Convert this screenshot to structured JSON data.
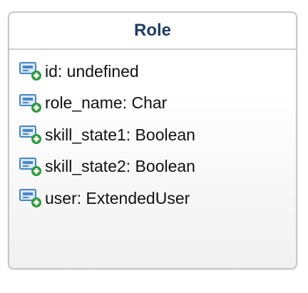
{
  "class": {
    "title": "Role",
    "attributes": [
      {
        "text": "id: undefined",
        "icon": "add-attribute-icon"
      },
      {
        "text": "role_name: Char",
        "icon": "add-attribute-icon"
      },
      {
        "text": "skill_state1: Boolean",
        "icon": "add-attribute-icon"
      },
      {
        "text": "skill_state2: Boolean",
        "icon": "add-attribute-icon"
      },
      {
        "text": "user: ExtendedUser",
        "icon": "add-attribute-icon"
      }
    ]
  },
  "colors": {
    "title": "#1f3d63",
    "border": "#c7c7c7",
    "icon_blue": "#4a86c5",
    "icon_green": "#2f9a3a"
  }
}
